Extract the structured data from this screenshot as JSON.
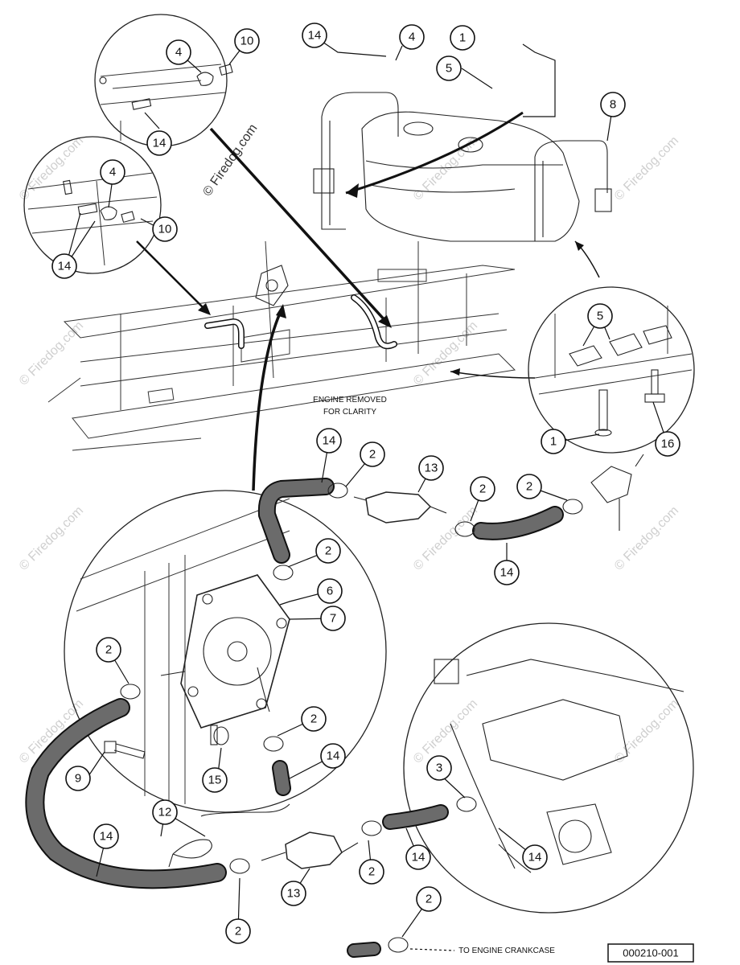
{
  "diagram": {
    "figure_number": "000210-001",
    "notes": {
      "engine_removed_line1": "ENGINE REMOVED",
      "engine_removed_line2": "FOR CLARITY",
      "to_engine_crankcase": "TO ENGINE CRANKCASE"
    },
    "watermark": "© Firedog.com",
    "callouts": [
      "1",
      "2",
      "3",
      "4",
      "5",
      "6",
      "7",
      "8",
      "9",
      "10",
      "12",
      "13",
      "14",
      "15",
      "16"
    ]
  }
}
